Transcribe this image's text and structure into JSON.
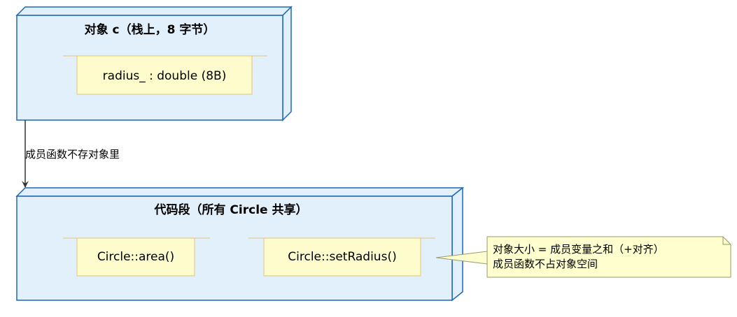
{
  "colors": {
    "node_fill": "#E2F0FB",
    "node_stroke": "#1F66B8",
    "box_fill": "#FEFBCC",
    "box_stroke": "#E1C37A",
    "note_fill": "#FEFECE",
    "note_stroke": "#9A9A68",
    "edge": "#333333"
  },
  "object_node": {
    "title": "对象 c（栈上，8 字节）",
    "member": "radius_ : double (8B)"
  },
  "edge": {
    "label": "成员函数不存对象里"
  },
  "code_node": {
    "title": "代码段（所有 Circle 共享）",
    "methods": [
      "Circle::area()",
      "Circle::setRadius()"
    ]
  },
  "note": {
    "lines": [
      "对象大小 = 成员变量之和（+对齐）",
      "成员函数不占对象空间"
    ]
  }
}
